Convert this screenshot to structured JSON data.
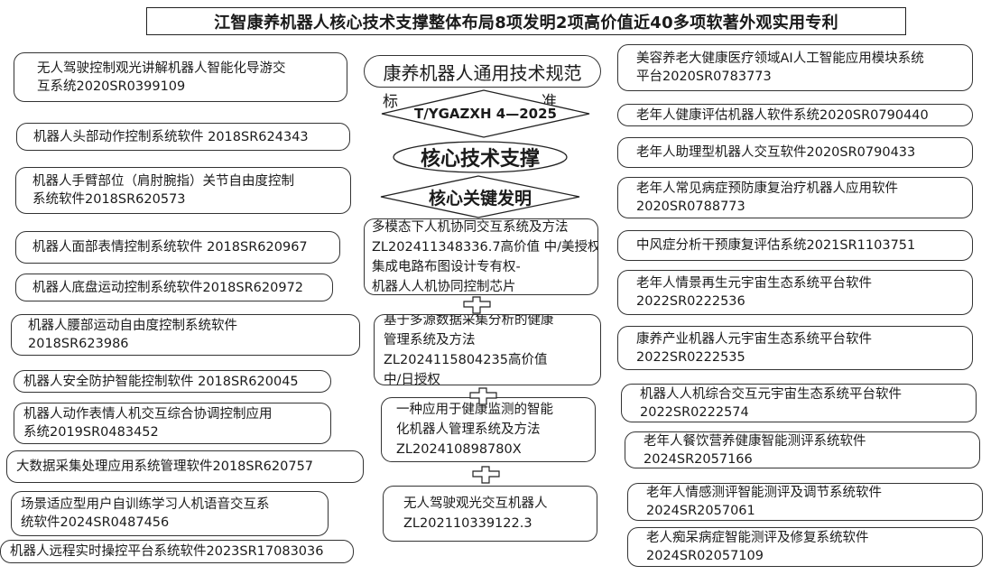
{
  "title": "江智康养机器人核心技术支撑整体布局8项发明2项高价值近40多项软著外观实用专利",
  "center": {
    "spec": "康养机器人通用技术规范",
    "standard_left": "标",
    "standard_right": "准",
    "standard_code": "T/YGAZXH 4—2025",
    "core_support": "核心技术支撑",
    "core_inventions": "核心关键发明",
    "inventions": [
      {
        "lines": [
          "多模态下人机协同交互系统及方法",
          "ZL202411348336.7高价值 中/美授权",
          "集成电路布图设计专有权-",
          "机器人人机协同控制芯片"
        ]
      },
      {
        "lines": [
          "基于多源数据采集分析的健康",
          "管理系统及方法",
          "ZL2024115804235高价值",
          "中/日授权"
        ]
      },
      {
        "lines": [
          "一种应用于健康监测的智能",
          "化机器人管理系统及方法",
          "ZL202410898780X"
        ]
      },
      {
        "lines": [
          "无人驾驶观光交互机器人",
          "ZL202110339122.3"
        ]
      }
    ]
  },
  "left": [
    {
      "lines": [
        "无人驾驶控制观光讲解机器人智能化导游交",
        "互系统2020SR0399109"
      ]
    },
    {
      "lines": [
        "机器人头部动作控制系统软件 2018SR624343"
      ]
    },
    {
      "lines": [
        "机器人手臂部位（肩肘腕指）关节自由度控制",
        "系统软件2018SR620573"
      ]
    },
    {
      "lines": [
        "机器人面部表情控制系统软件 2018SR620967"
      ]
    },
    {
      "lines": [
        "机器人底盘运动控制系统软件2018SR620972"
      ]
    },
    {
      "lines": [
        "机器人腰部运动自由度控制系统软件",
        "2018SR623986"
      ]
    },
    {
      "lines": [
        "机器人安全防护智能控制软件 2018SR620045"
      ]
    },
    {
      "lines": [
        "机器人动作表情人机交互综合协调控制应用",
        "系统2019SR0483452"
      ]
    },
    {
      "lines": [
        "大数据采集处理应用系统管理软件2018SR620757"
      ]
    },
    {
      "lines": [
        "场景适应型用户自训练学习人机语音交互系",
        "统软件2024SR0487456"
      ]
    },
    {
      "lines": [
        "机器人远程实时操控平台系统软件2023SR17083036"
      ]
    }
  ],
  "right": [
    {
      "lines": [
        "美容养老大健康医疗领域AI人工智能应用模块系统",
        "平台2020SR0783773"
      ]
    },
    {
      "lines": [
        "老年人健康评估机器人软件系统2020SR0790440"
      ]
    },
    {
      "lines": [
        "老年人助理型机器人交互软件2020SR0790433"
      ]
    },
    {
      "lines": [
        "老年人常见病症预防康复治疗机器人应用软件",
        "2020SR0788773"
      ]
    },
    {
      "lines": [
        "中风症分析干预康复评估系统2021SR1103751"
      ]
    },
    {
      "lines": [
        "老年人情景再生元宇宙生态系统平台软件",
        "2022SR0222536"
      ]
    },
    {
      "lines": [
        "康养产业机器人元宇宙生态系统平台软件",
        "2022SR0222535"
      ]
    },
    {
      "lines": [
        "机器人人机综合交互元宇宙生态系统平台软件",
        "2022SR0222574"
      ]
    },
    {
      "lines": [
        "老年人餐饮营养健康智能测评系统软件",
        "2024SR2057166"
      ]
    },
    {
      "lines": [
        "老年人情感测评智能测评及调节系统软件",
        "2024SR2057061"
      ]
    },
    {
      "lines": [
        "老人痴呆病症智能测评及修复系统软件",
        "2024SR02057109"
      ]
    }
  ]
}
